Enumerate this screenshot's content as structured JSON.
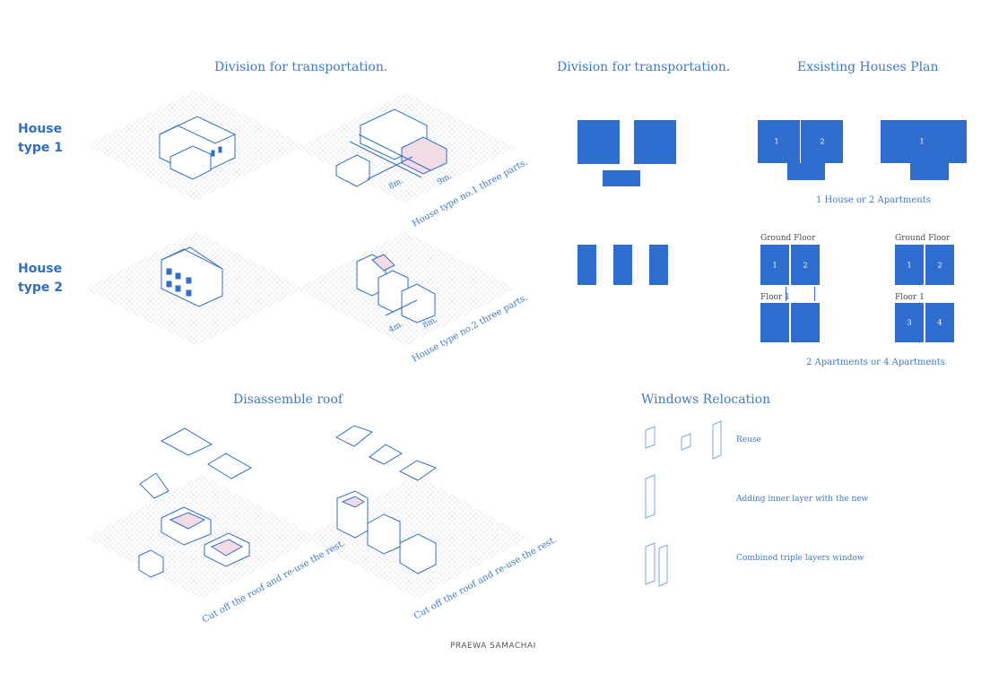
{
  "titles": {
    "division_left": "Division for transportation.",
    "division_right": "Division for transportation.",
    "existing_plan": "Exsisting Houses Plan",
    "disassemble": "Disassemble roof",
    "windows": "Windows Relocation"
  },
  "house_types": {
    "type1": "House\ntype 1",
    "type2": "House\ntype 2"
  },
  "annotations": {
    "type1_parts": "House type no.1 three parts.",
    "type2_parts": "House type no.2 three parts.",
    "dim_8m_a": "8m.",
    "dim_9m": "9m.",
    "dim_4m": "4m.",
    "dim_8m_b": "8m.",
    "cut_roof_1": "Cut off the roof and re-use the rest.",
    "cut_roof_2": "Cut off the roof and re-use the rest."
  },
  "plan": {
    "caption_top": "1 House or 2 Apartments",
    "caption_bottom": "2 Apartments  or 4 Apartments",
    "ground_floor_a": "Ground Floor",
    "ground_floor_b": "Ground Floor",
    "floor1_a": "Floor 1",
    "floor1_b": "Floor 1",
    "labels": {
      "top_a_left": "1",
      "top_a_right": "2",
      "top_b": "1",
      "gf_a_left": "1",
      "gf_a_right": "2",
      "gf_b_left": "1",
      "gf_b_right": "2",
      "f1_b_left": "3",
      "f1_b_right": "4"
    }
  },
  "windows": {
    "reuse": "Reuse",
    "inner_layer": "Adding inner layer with the new",
    "triple": "Combined triple layers window"
  },
  "author": "PRAEWA SAMACHAI",
  "colors": {
    "accent": "#2f6ecf",
    "line": "#3f7ac8",
    "grid": "#e6e6ea",
    "roof_inner": "#f3dbe6"
  }
}
